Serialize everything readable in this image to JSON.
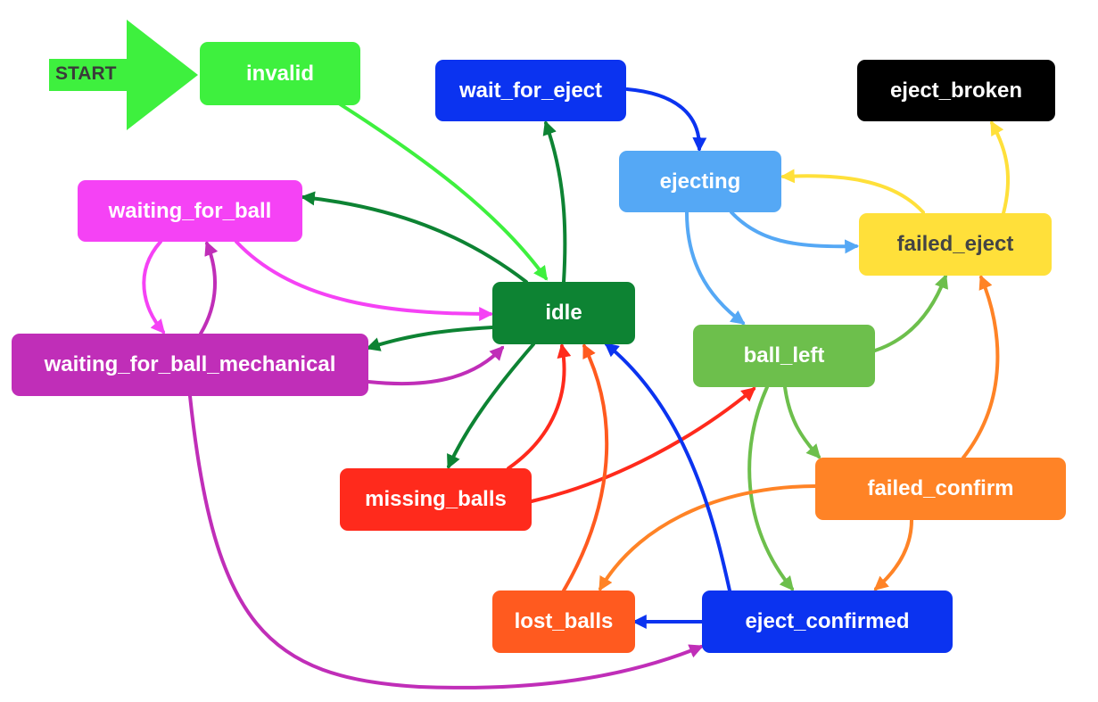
{
  "start": {
    "label": "START",
    "color": "#3ef03e"
  },
  "nodes": {
    "invalid": {
      "label": "invalid",
      "color": "#3ef03e"
    },
    "wait_for_eject": {
      "label": "wait_for_eject",
      "color": "#0b33f0"
    },
    "eject_broken": {
      "label": "eject_broken",
      "color": "#000000"
    },
    "ejecting": {
      "label": "ejecting",
      "color": "#55a8f5"
    },
    "waiting_for_ball": {
      "label": "waiting_for_ball",
      "color": "#f542f5"
    },
    "failed_eject": {
      "label": "failed_eject",
      "color": "#ffe03a"
    },
    "idle": {
      "label": "idle",
      "color": "#0d8333"
    },
    "waiting_for_ball_mechanical": {
      "label": "waiting_for_ball_mechanical",
      "color": "#c02eb8"
    },
    "ball_left": {
      "label": "ball_left",
      "color": "#6dbf4c"
    },
    "failed_confirm": {
      "label": "failed_confirm",
      "color": "#ff8326"
    },
    "missing_balls": {
      "label": "missing_balls",
      "color": "#ff2a1c"
    },
    "lost_balls": {
      "label": "lost_balls",
      "color": "#ff5a1f"
    },
    "eject_confirmed": {
      "label": "eject_confirmed",
      "color": "#0b33f0"
    }
  },
  "transitions": [
    {
      "from": "start",
      "to": "invalid"
    },
    {
      "from": "invalid",
      "to": "idle"
    },
    {
      "from": "idle",
      "to": "wait_for_eject"
    },
    {
      "from": "wait_for_eject",
      "to": "ejecting"
    },
    {
      "from": "ejecting",
      "to": "failed_eject"
    },
    {
      "from": "ejecting",
      "to": "ball_left"
    },
    {
      "from": "failed_eject",
      "to": "ejecting"
    },
    {
      "from": "failed_eject",
      "to": "eject_broken"
    },
    {
      "from": "idle",
      "to": "waiting_for_ball"
    },
    {
      "from": "waiting_for_ball",
      "to": "idle"
    },
    {
      "from": "waiting_for_ball",
      "to": "waiting_for_ball_mechanical"
    },
    {
      "from": "waiting_for_ball_mechanical",
      "to": "waiting_for_ball"
    },
    {
      "from": "idle",
      "to": "waiting_for_ball_mechanical"
    },
    {
      "from": "waiting_for_ball_mechanical",
      "to": "idle"
    },
    {
      "from": "waiting_for_ball_mechanical",
      "to": "eject_confirmed"
    },
    {
      "from": "idle",
      "to": "missing_balls"
    },
    {
      "from": "missing_balls",
      "to": "idle"
    },
    {
      "from": "missing_balls",
      "to": "ball_left"
    },
    {
      "from": "ball_left",
      "to": "failed_eject"
    },
    {
      "from": "ball_left",
      "to": "failed_confirm"
    },
    {
      "from": "ball_left",
      "to": "eject_confirmed"
    },
    {
      "from": "failed_confirm",
      "to": "failed_eject"
    },
    {
      "from": "failed_confirm",
      "to": "eject_confirmed"
    },
    {
      "from": "failed_confirm",
      "to": "lost_balls"
    },
    {
      "from": "lost_balls",
      "to": "idle"
    },
    {
      "from": "eject_confirmed",
      "to": "lost_balls"
    },
    {
      "from": "eject_confirmed",
      "to": "idle"
    }
  ]
}
